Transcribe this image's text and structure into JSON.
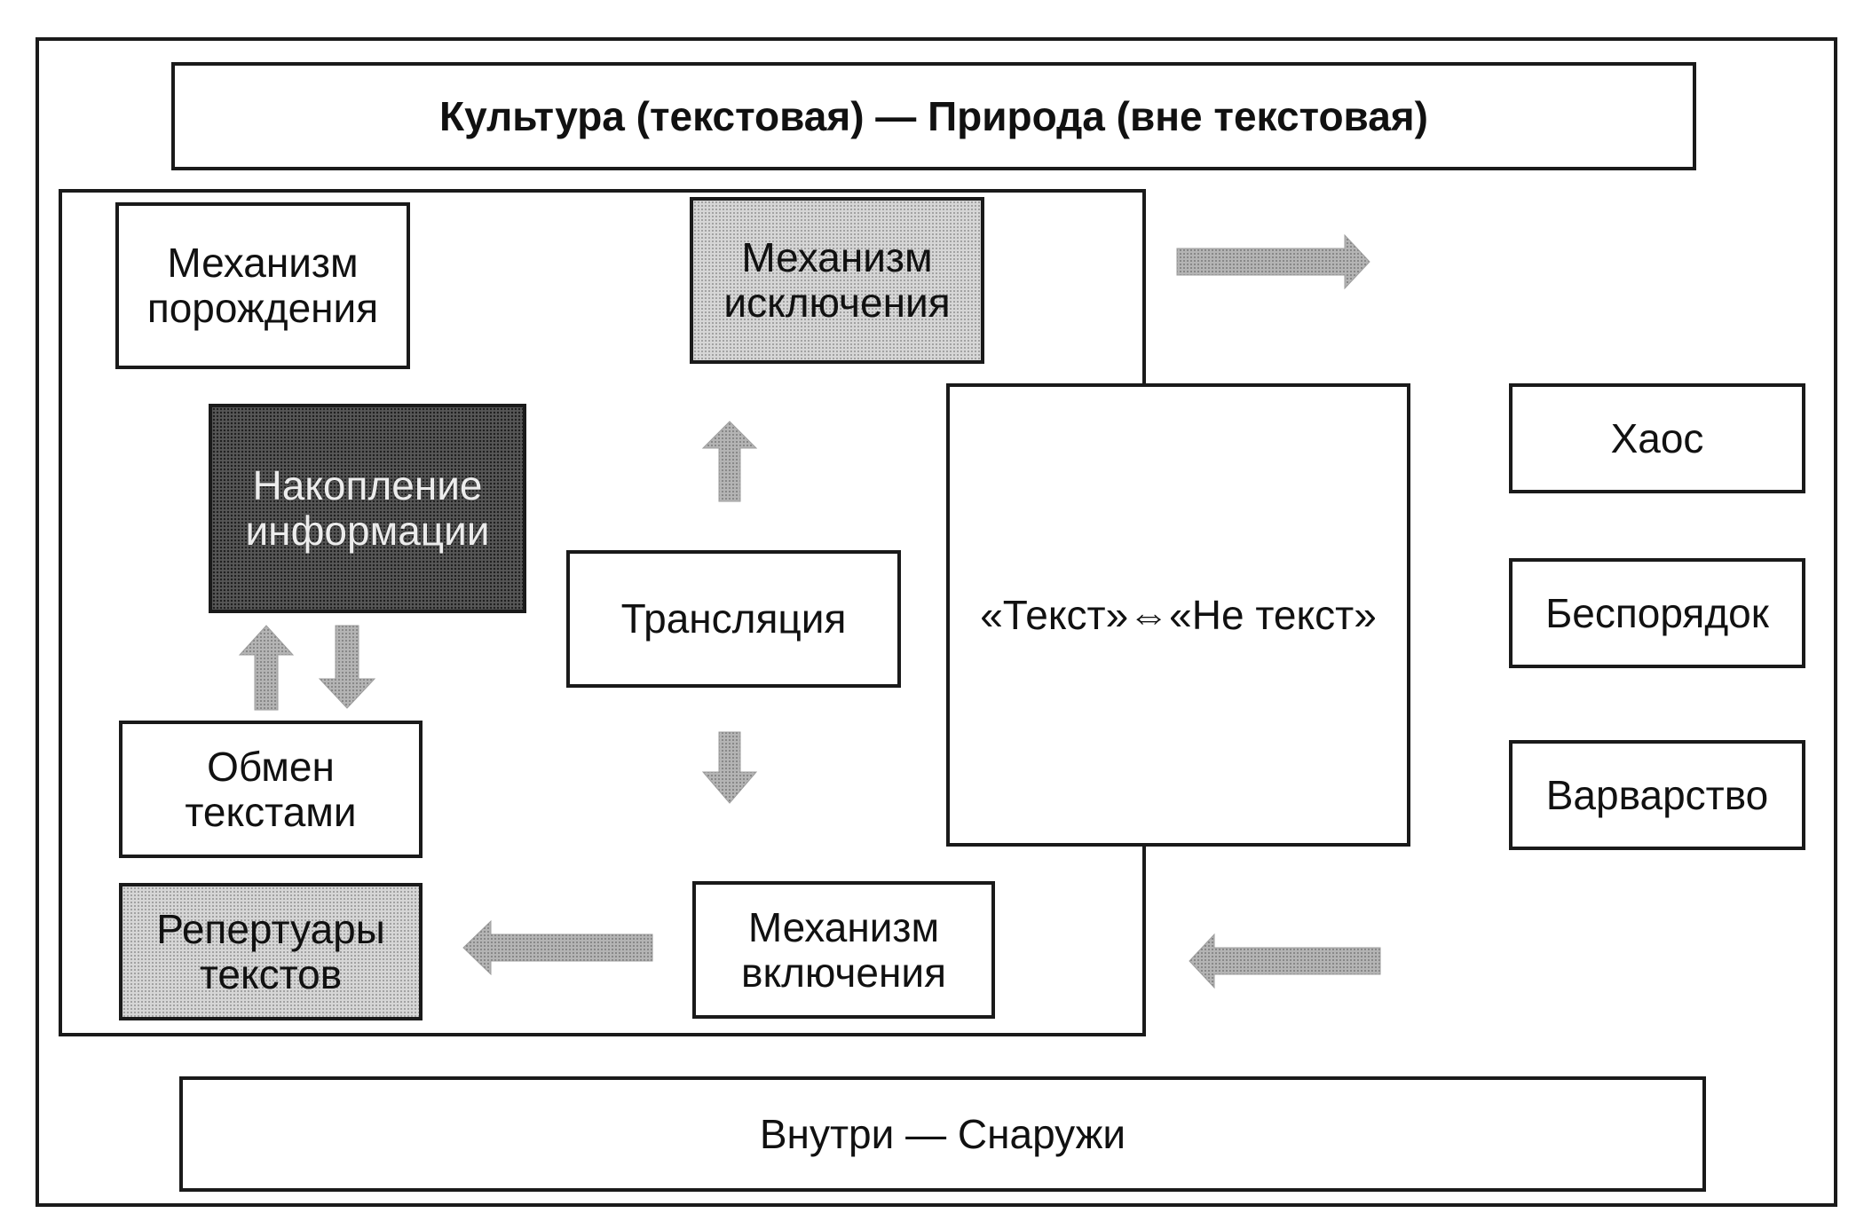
{
  "diagram": {
    "top_title": "Культура (текстовая) — Природа (вне текстовая)",
    "bottom_title": "Внутри — Снаружи",
    "culture": {
      "generation": "Механизм\nпорождения",
      "exclusion": "Механизм\nисключения",
      "accumulation": "Накопление\nинформации",
      "translation": "Трансляция",
      "exchange": "Обмен\nтекстами",
      "repertoires": "Репертуары\nтекстов",
      "inclusion": "Механизм\nвключения"
    },
    "boundary": "«Текст»⇔«Не текст»",
    "nature": {
      "chaos": "Хаос",
      "disorder": "Беспорядок",
      "barbarism": "Варварство"
    },
    "arrow_color": "#9d9d9d",
    "border_color": "#1a1a1a"
  }
}
